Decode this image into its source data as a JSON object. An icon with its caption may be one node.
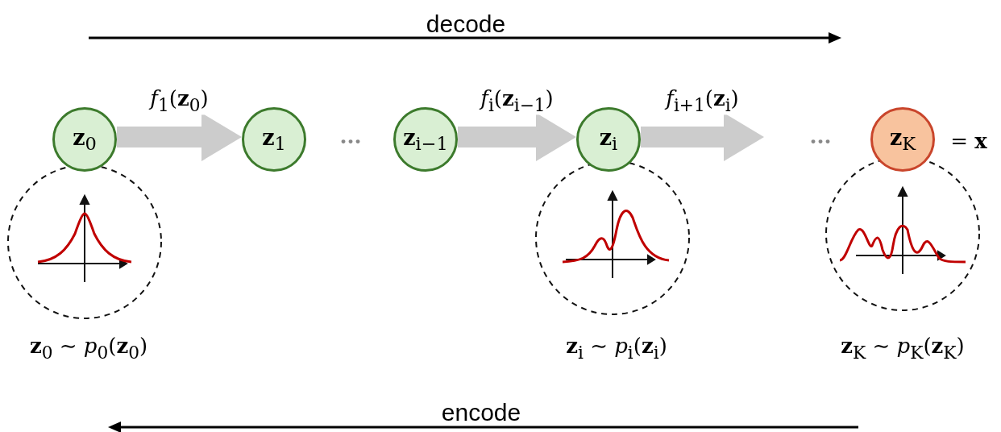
{
  "diagram": {
    "nodes": [
      {
        "text": [
          "**z**$_{0}$"
        ]
      },
      {
        "text": [
          "**z**$_{1}$"
        ]
      },
      {
        "text": [
          "**z**$_{i−1}$"
        ]
      },
      {
        "text": [
          "**z**$_{i}$"
        ]
      },
      {
        "text": [
          "**z**$_{K}$"
        ],
        "beside": [
          "= **x**"
        ]
      }
    ],
    "edges": [
      {
        "from": 0,
        "to": 1,
        "arrow": "to",
        "label": "*f*$_{1}$(**z**$_{0}$)"
      },
      {
        "from": 2,
        "to": 3,
        "arrow": "to",
        "label": "*f*$_{i}$(**z**$_{i−1}$)"
      },
      {
        "from": 3,
        "to": null,
        "arrow": "to",
        "label": "*f*$_{i+1}$(**z**$_{i}$)"
      }
    ],
    "labels": [
      "decode",
      "···",
      "···",
      "**z**$_{0}$ ∼ *p*$_{0}$(**z**$_{0}$)",
      "**z**$_{i}$ ∼ *p*$_{i}$(**z**$_{i}$)",
      "**z**$_{K}$ ∼ *p*$_{K}$(**z**$_{K}$)",
      "encode"
    ]
  }
}
